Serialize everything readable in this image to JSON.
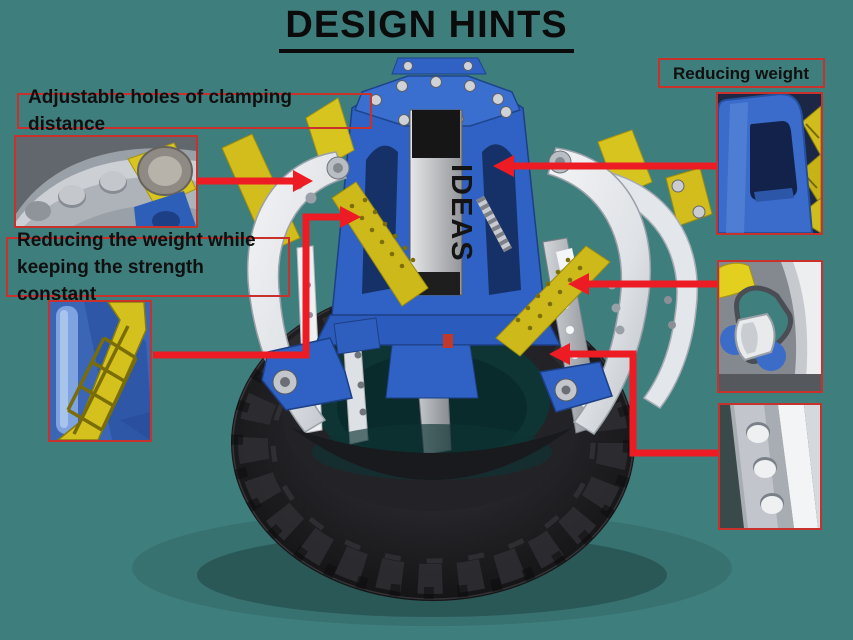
{
  "slide": {
    "title": "DESIGN HINTS",
    "model": {
      "label": "IDEAS"
    },
    "callouts": {
      "adjustable_holes": "Adjustable holes of clamping distance",
      "reduce_weight_line1": "Reducing the weight while",
      "reduce_weight_line2": "keeping the strength constant",
      "reducing_weight": "Reducing weight"
    },
    "colors": {
      "background_teal": "#3E7E7D",
      "arrow_red": "#ED1C24",
      "border_red": "#C8322D",
      "model_blue": "#2F62C4",
      "model_yellow": "#D2BD1C",
      "gripper_white": "#EEF0F2",
      "tire_black": "#1B1B1E"
    }
  }
}
